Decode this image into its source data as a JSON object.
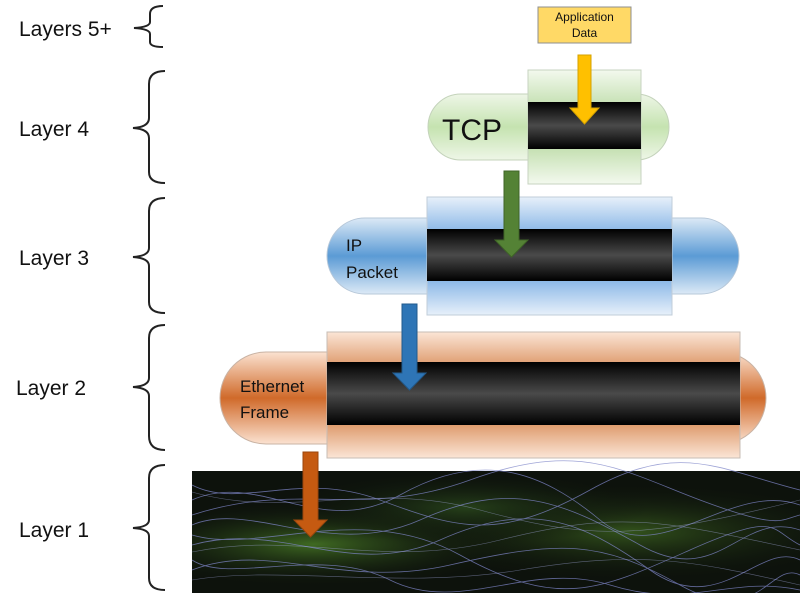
{
  "layers": [
    {
      "label": "Layers 5+"
    },
    {
      "label": "Layer 4"
    },
    {
      "label": "Layer 3"
    },
    {
      "label": "Layer 2"
    },
    {
      "label": "Layer 1"
    }
  ],
  "application_data": {
    "line1": "Application",
    "line2": "Data"
  },
  "tcp": {
    "label": "TCP"
  },
  "ip": {
    "line1": "IP",
    "line2": "Packet"
  },
  "ethernet": {
    "line1": "Ethernet",
    "line2": "Frame"
  },
  "colors": {
    "application": "#ffd966",
    "tcp": "#a9d18e",
    "ip": "#5b9bd5",
    "ethernet": "#c55a11",
    "arrow_yellow": "#ffc000",
    "arrow_green": "#548235",
    "arrow_blue": "#2e75b6",
    "arrow_orange": "#c55a11"
  }
}
